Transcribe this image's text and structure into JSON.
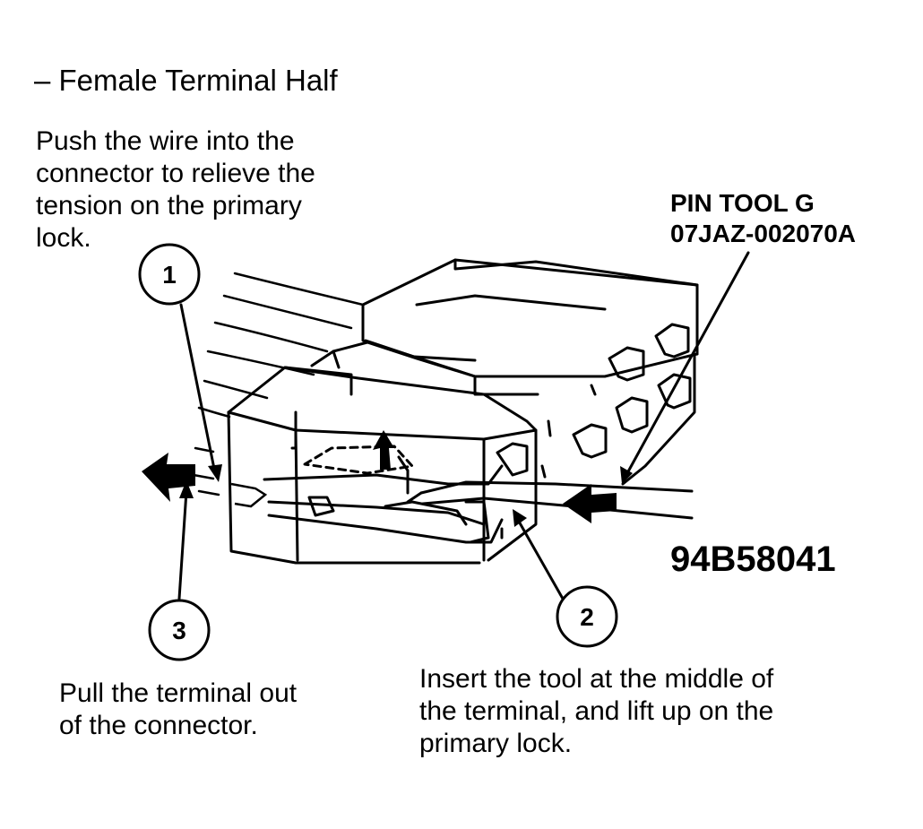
{
  "title": "– Female Terminal Half",
  "steps": [
    {
      "number": "1",
      "lines": [
        "Push the wire into the",
        "connector to relieve the",
        "tension on the primary",
        "lock."
      ]
    },
    {
      "number": "2",
      "lines": [
        "Insert the tool at the middle of",
        "the terminal, and lift up on the",
        "primary lock."
      ]
    },
    {
      "number": "3",
      "lines": [
        "Pull the terminal out",
        "of the connector."
      ]
    }
  ],
  "tool": {
    "name": "PIN TOOL G",
    "part_number": "07JAZ-002070A"
  },
  "figure_code": "94B58041"
}
